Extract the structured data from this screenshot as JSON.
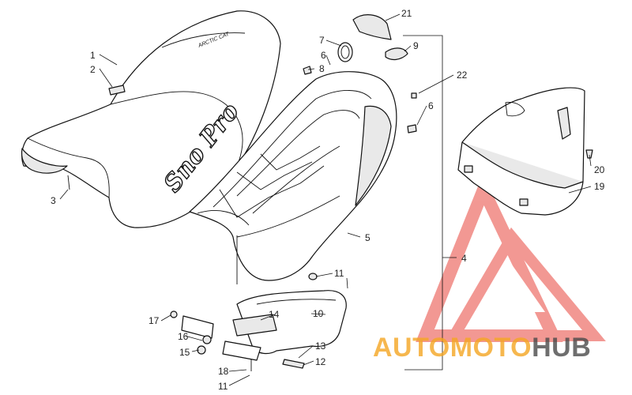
{
  "diagram": {
    "callouts": [
      "1",
      "2",
      "3",
      "4",
      "5",
      "6",
      "6",
      "7",
      "8",
      "9",
      "10",
      "11",
      "11",
      "12",
      "13",
      "14",
      "15",
      "16",
      "17",
      "18",
      "19",
      "20",
      "21",
      "22"
    ],
    "seat_script": "Sno Pro",
    "seat_emblem": "ARCTIC CAT"
  },
  "watermark": {
    "auto": "AUTO",
    "moto": "MOTO",
    "hub": "HUB",
    "colors": {
      "red": "#e8453c",
      "orange": "#f5a623",
      "grey": "#4a4a4a"
    }
  }
}
